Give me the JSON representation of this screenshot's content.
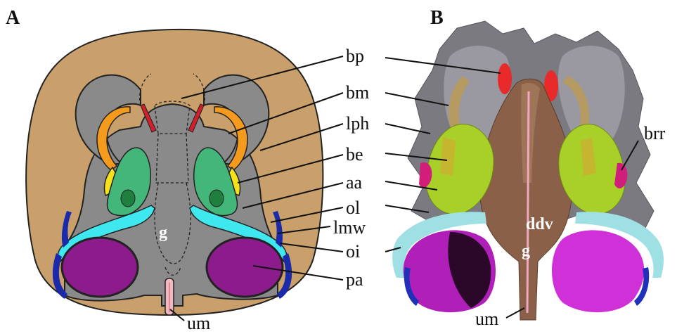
{
  "panels": {
    "a": {
      "letter": "A"
    },
    "b": {
      "letter": "B"
    }
  },
  "panel_a": {
    "inner_labels": {
      "gut": "g"
    },
    "labels": {
      "bp": "bp",
      "bm": "bm",
      "lph": "lph",
      "be": "be",
      "aa": "aa",
      "ol": "ol",
      "lmw": "lmw",
      "oi": "oi",
      "pa": "pa",
      "um": "um"
    }
  },
  "panel_b": {
    "inner_labels": {
      "ddv": "ddv",
      "gut": "g"
    },
    "labels": {
      "brr": "brr",
      "um": "um"
    }
  },
  "colors": {
    "body_tan": "#c9a06b",
    "grey": "#8a8a8a",
    "orange": "#f49a1c",
    "yellow": "#f6e21a",
    "green": "#43b67a",
    "dark_green": "#1f7f3f",
    "cyan": "#3ee8ee",
    "purple": "#8c1c8c",
    "red": "#d2202a",
    "blue": "#1a2aa8",
    "pink": "#f0b8c0"
  }
}
